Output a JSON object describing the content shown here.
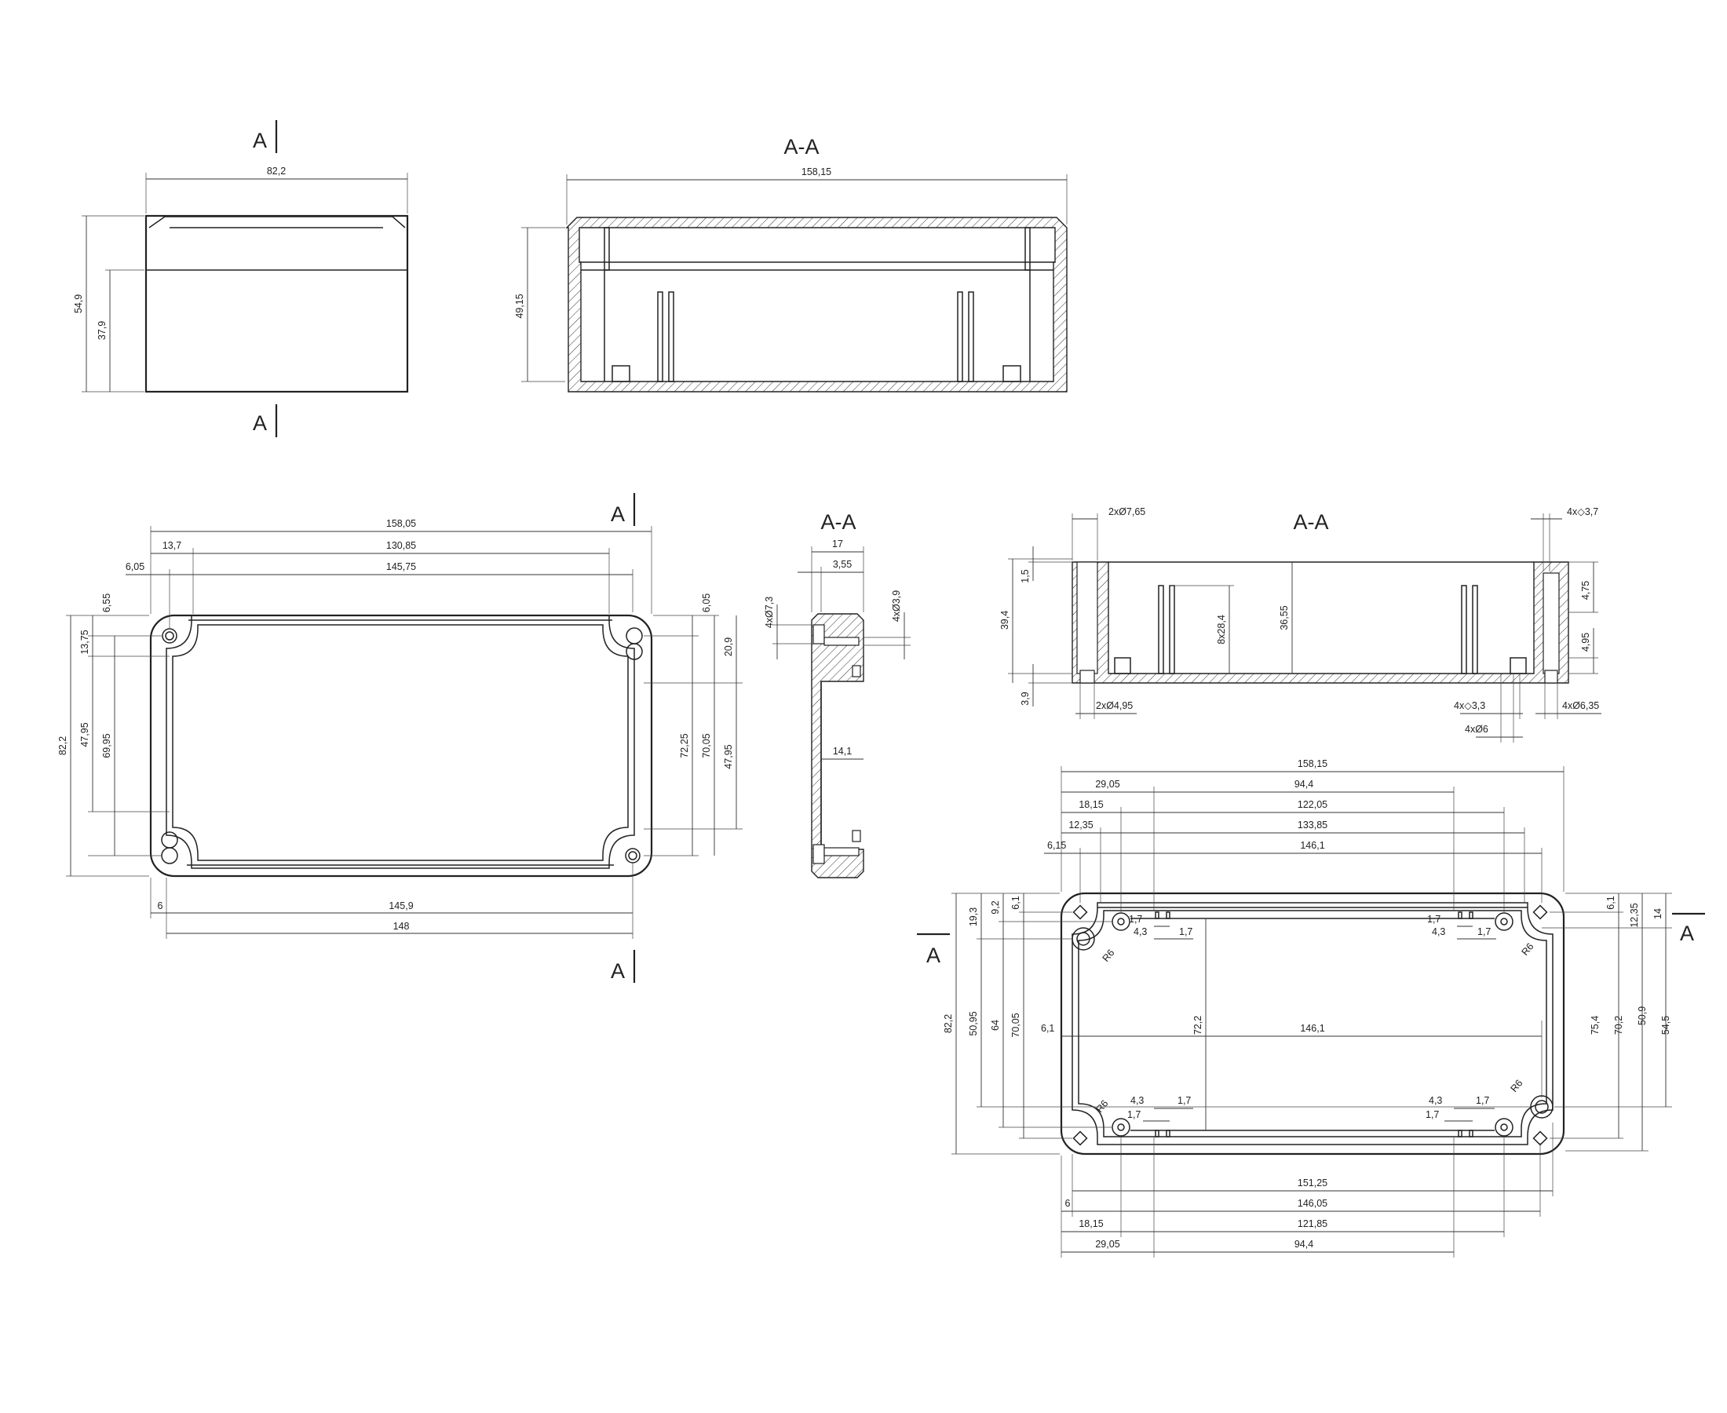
{
  "view_tl": {
    "section_mark_top": "A",
    "section_mark_bottom": "A",
    "width": "82,2",
    "height_total": "54,9",
    "height_base": "37,9"
  },
  "view_tr": {
    "section_title": "A-A",
    "length": "158,15",
    "height": "49,15"
  },
  "view_ml": {
    "section_mark_top": "A",
    "section_mark_bottom": "A",
    "length_overall": "158,05",
    "d_13_7": "13,7",
    "d_130_85": "130,85",
    "d_6_05_left": "6,05",
    "d_145_75": "145,75",
    "d_6_55": "6,55",
    "d_13_75": "13,75",
    "d_47_95_left": "47,95",
    "d_69_95": "69,95",
    "d_82_2": "82,2",
    "d_6_05_right": "6,05",
    "d_20_9": "20,9",
    "d_72_25": "72,25",
    "d_70_05": "70,05",
    "d_47_95_right": "47,95",
    "d_6": "6",
    "d_145_9": "145,9",
    "d_148": "148"
  },
  "view_mc": {
    "section_title": "A-A",
    "d_17": "17",
    "d_3_55": "3,55",
    "d_holes_left": "4xØ7,3",
    "d_holes_right": "4xØ3,9",
    "d_14_1": "14,1"
  },
  "view_mr": {
    "section_title": "A-A",
    "d_2x7_65": "2xØ7,65",
    "d_4x3_7": "4x◇3,7",
    "d_1_5": "1,5",
    "d_39_4": "39,4",
    "d_3_9": "3,9",
    "d_8x28_4": "8x28,4",
    "d_36_55": "36,55",
    "d_4_75": "4,75",
    "d_4_95": "4,95",
    "d_2x4_95": "2xØ4,95",
    "d_4x3_3": "4x◇3,3",
    "d_4x6_35": "4xØ6,35",
    "d_4x6": "4xØ6"
  },
  "view_br": {
    "section_mark_left": "A",
    "section_mark_right": "A",
    "top_158_15": "158,15",
    "top_29_05": "29,05",
    "top_94_4": "94,4",
    "top_18_15": "18,15",
    "top_122_05": "122,05",
    "top_12_35": "12,35",
    "top_133_85": "133,85",
    "top_6_15": "6,15",
    "top_146_1": "146,1",
    "in_1_7": "1,7",
    "in_4_3": "4,3",
    "in_r6": "R6",
    "mid_6_1": "6,1",
    "mid_146_1": "146,1",
    "mid_72_2": "72,2",
    "l_6_1": "6,1",
    "l_9_2": "9,2",
    "l_19_3": "19,3",
    "l_82_2": "82,2",
    "l_50_95": "50,95",
    "l_64": "64",
    "l_70_05": "70,05",
    "r_6_1": "6,1",
    "r_12_35": "12,35",
    "r_14": "14",
    "r_75_4": "75,4",
    "r_70_2": "70,2",
    "r_50_9": "50,9",
    "r_54_5": "54,5",
    "b_151_25": "151,25",
    "b_6": "6",
    "b_146_05": "146,05",
    "b_18_15": "18,15",
    "b_121_85": "121,85",
    "b_29_05": "29,05",
    "b_94_4": "94,4"
  }
}
